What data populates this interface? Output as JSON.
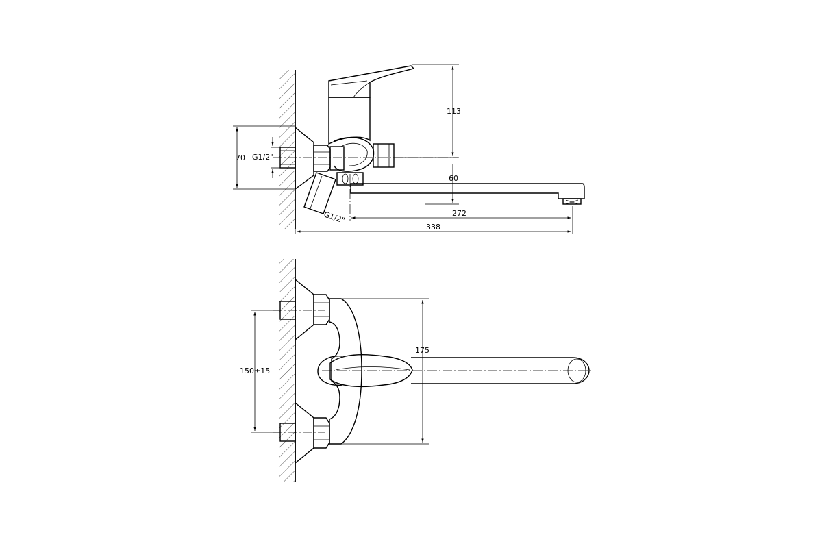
{
  "top_view": {
    "dim_height": "113",
    "dim_plate": "70",
    "thread_inlet": "G1/2\"",
    "thread_outlet": "G1/2\"",
    "dim_spout_height": "60",
    "dim_spout_length": "272",
    "dim_total_length": "338"
  },
  "bottom_view": {
    "dim_body_width": "175",
    "dim_center_distance": "150±15"
  }
}
